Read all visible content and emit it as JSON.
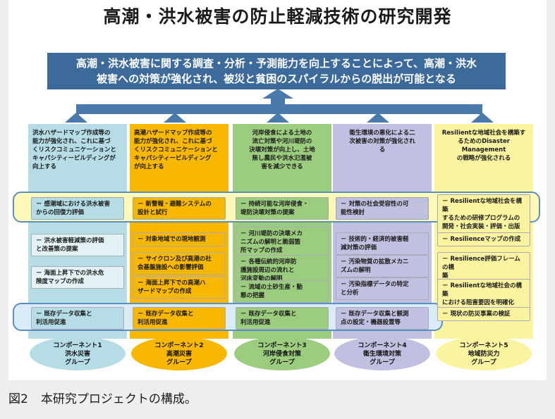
{
  "title": "高潮・洪水被害の防止軽減技術の研究開発",
  "goal": {
    "line1": "高潮・洪水被害に関する調査・分析・予測能力を向上することによって、高潮・洪水",
    "line2": "被害への対策が強化され、被災と貧困のスパイラルからの脱出が可能となる"
  },
  "columns": [
    {
      "top": [
        "洪水ハザードマップ作成等の",
        "能力が強化され、これに基づ",
        "くリスクコミュニケーションと",
        "キャパシティービルディングが",
        "向上する"
      ],
      "band_item": [
        "－ 感潮域における洪水被害",
        "からの回復力評価"
      ],
      "items": [
        [
          "－ 洪水被害軽減策の評価",
          "と改善策の提案"
        ],
        [
          "－ 海面上昇下での洪水危",
          "険度マップの作成"
        ]
      ],
      "bottom_item": [
        "－ 既存データ収集と",
        "利活用促進"
      ],
      "component": [
        "コンポーネント1",
        "洪水災害",
        "グループ"
      ],
      "color": "#b6dde6"
    },
    {
      "top": [
        "高潮ハザードマップ作成等の",
        "能力が強化され、これに基づ",
        "くリスクコミュニケーションと",
        "キャパシティービルディング",
        "が向上する"
      ],
      "band_item": [
        "－ 新警報・避難システムの",
        "設計と試行"
      ],
      "items": [
        [
          "－ 対象地域での現地観測"
        ],
        [
          "－ サイクロン及び高潮の社",
          "会基盤施設への影響評価"
        ],
        [
          "－ 海面上昇下での高潮ハ",
          "ザードマップの作成"
        ]
      ],
      "bottom_item": [
        "－ 既存データ収集と",
        "利活用促進"
      ],
      "component": [
        "コンポーネント2",
        "高潮災害",
        "グループ"
      ],
      "color": "#f8b700"
    },
    {
      "top": [
        "河岸侵食による土地の",
        "流亡対策や河川堤防の",
        "決壊対策が向上し、土地",
        "無し農民や洪水氾濫被",
        "害を減少できる"
      ],
      "band_item": [
        "－ 持続可能な河岸侵食・",
        "堤防決壊対策の提案"
      ],
      "items": [
        [
          "－ 河川堤防の決壊メカ",
          "ニズムの解明と脆弱箇",
          "所マップの作成"
        ],
        [
          "－ 各種伝統的河岸防",
          "護施設周辺の流れと",
          "河床変動の解明"
        ],
        [
          "－ 流域の土砂生産・動",
          "態の把握"
        ]
      ],
      "bottom_item": [
        "－ 既存データ収集と",
        "利活用促進"
      ],
      "component": [
        "コンポーネント3",
        "河岸侵食対策",
        "グループ"
      ],
      "color": "#9ccc7e"
    },
    {
      "top": [
        "衛生環境の悪化による二",
        "次被害の対策が強化され",
        "る"
      ],
      "band_item": [
        "－ 対策の社会受容性の可",
        "能性検討"
      ],
      "items": [
        [
          "－ 技術的・経済的被害軽",
          "減対策の評価"
        ],
        [
          "－ 汚染物質の拡散メカニ",
          "ズムの解明"
        ],
        [
          "－ 汚染指標データの特定",
          "と分析"
        ]
      ],
      "bottom_item": [
        "－ 既存データ収集と観測",
        "点の設定・機器設置等"
      ],
      "component": [
        "コンポーネント4",
        "衛生環境対策",
        "グループ"
      ],
      "color": "#c1c0e0"
    },
    {
      "top": [
        "Resilientな地域社会を構築す",
        "るためのDisaster Management",
        "の戦略が強化される"
      ],
      "band_item": [
        "－ Resilientな地域社会を構築",
        "するための研修プログラムの",
        "開発・社会実装・評価・出版"
      ],
      "items": [
        [
          "－ Resilienceマップの作成"
        ],
        [
          "－ Resilience評価フレームの構",
          "築"
        ],
        [
          "－ Resilientな地域社会の構築",
          "における阻害要因を明確化"
        ],
        [
          "－ 現状の防災事業の検証"
        ]
      ],
      "bottom_item": [],
      "component": [
        "コンポーネント5",
        "地域防災力",
        "グループ"
      ],
      "color": "#faf4a0"
    }
  ],
  "caption": {
    "fig": "図2",
    "text": "本研究プロジェクトの構成。"
  },
  "colors": {
    "goal": "#3c6a9a",
    "arrows": "#4a79ab",
    "band": "#fff8b8",
    "band_border": "#5b8fc0",
    "bottom_band": "#d9ebf7"
  }
}
